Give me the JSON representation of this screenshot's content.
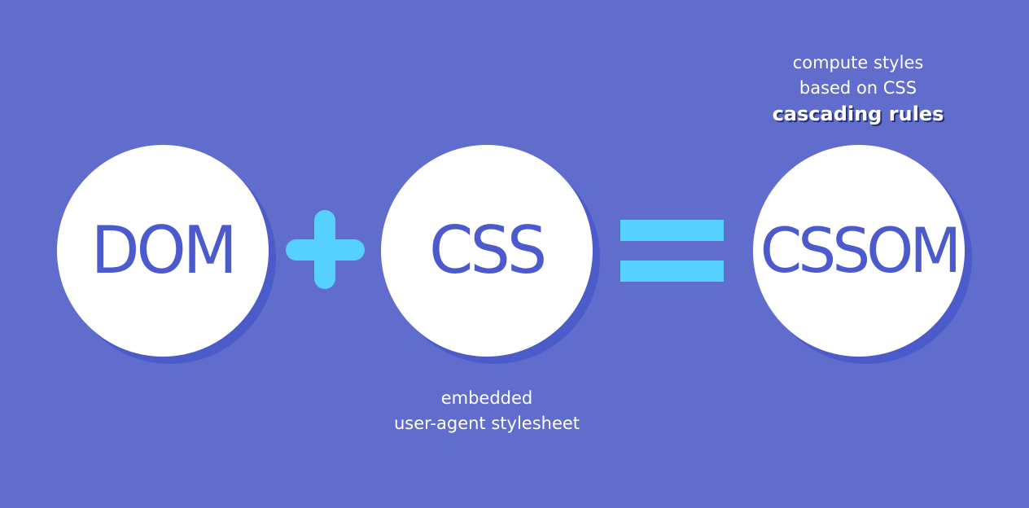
{
  "colors": {
    "background": "#616dcd",
    "circle_fill": "#ffffff",
    "circle_shadow": "#4c5bca",
    "circle_text": "#4b5acc",
    "operator": "#55d0ff",
    "caption_text": "#ffffff",
    "emphasis_shadow": "#2a2f7a"
  },
  "equation": {
    "terms": [
      {
        "label": "DOM"
      },
      {
        "label": "CSS"
      },
      {
        "label": "CSSOM"
      }
    ],
    "operators": [
      "plus",
      "equals"
    ]
  },
  "captions": {
    "css": {
      "lines": [
        "embedded",
        "user-agent stylesheet"
      ]
    },
    "cssom": {
      "lines": [
        "compute styles",
        "based on CSS"
      ],
      "emphasis": "cascading rules"
    }
  }
}
